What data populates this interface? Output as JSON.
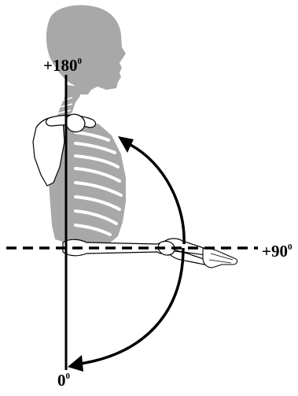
{
  "labels": {
    "top": {
      "value": "+180",
      "degree_mark": "0"
    },
    "right": {
      "value": "+90",
      "degree_mark": "0"
    },
    "bottom": {
      "value": "0",
      "degree_mark": "0"
    }
  },
  "colors": {
    "skeleton_fill": "#a8a8a8",
    "bone_outline": "#000000",
    "bone_fill": "#ffffff",
    "line": "#000000",
    "background": "#ffffff"
  }
}
